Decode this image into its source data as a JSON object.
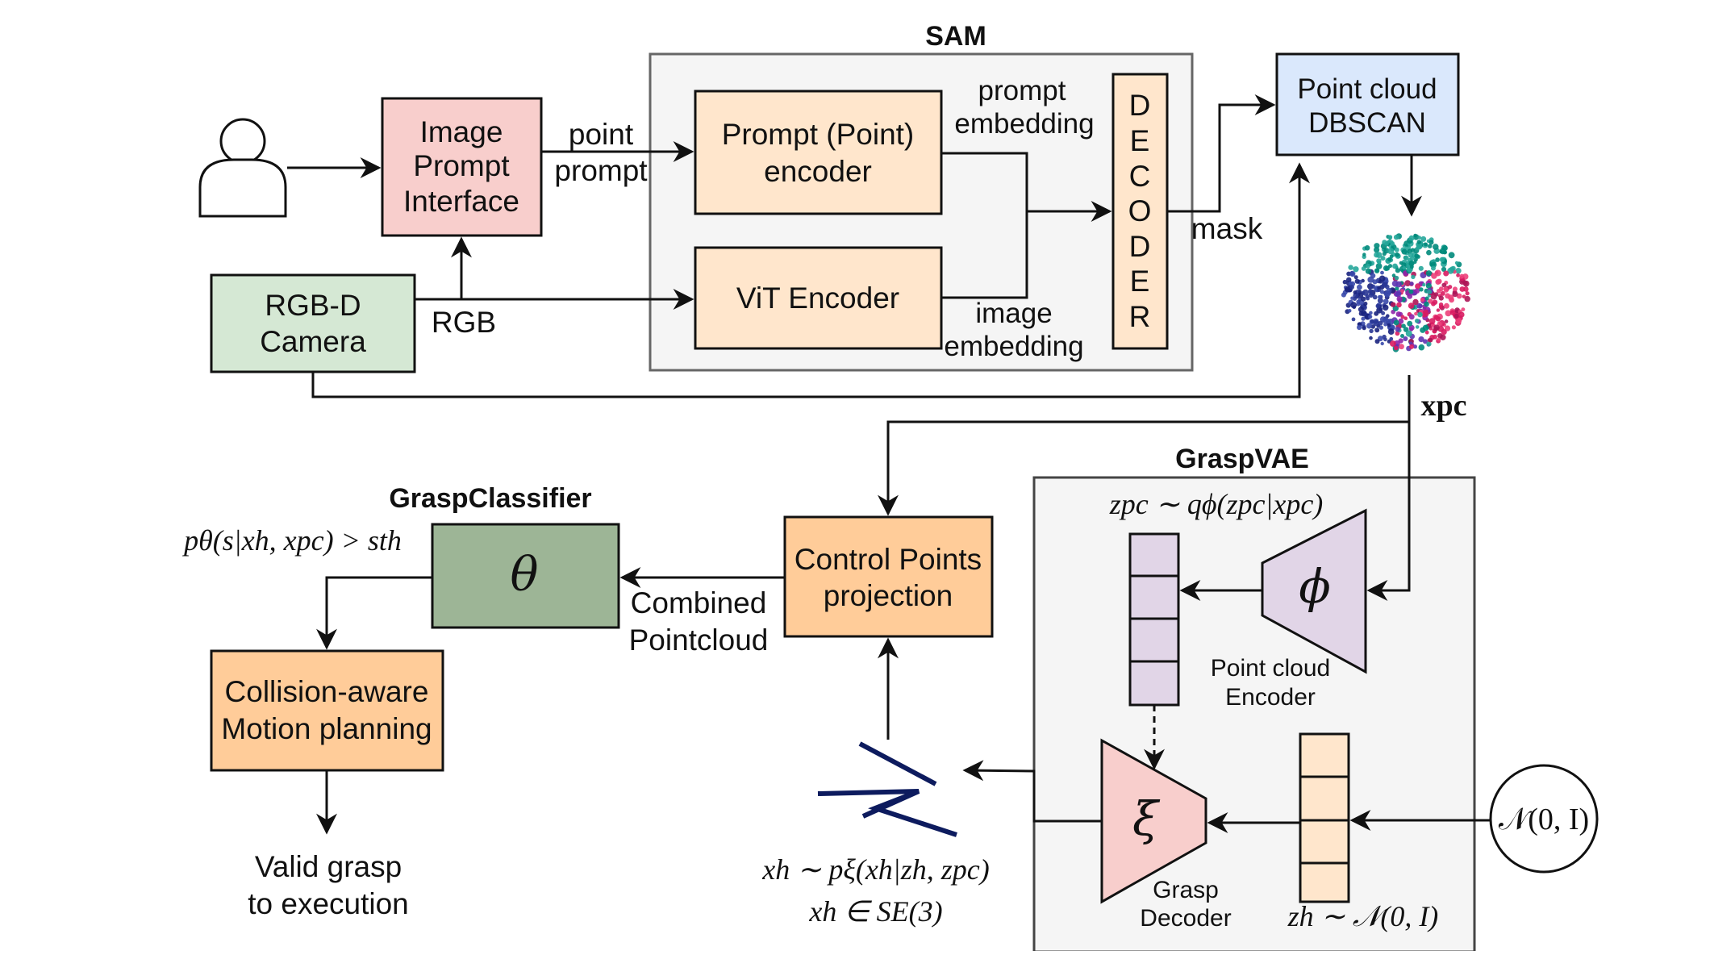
{
  "sam": {
    "title": "SAM"
  },
  "graspvae": {
    "title": "GraspVAE"
  },
  "graspclassifier": {
    "title": "GraspClassifier",
    "symbol": "θ",
    "condition": "pθ(s|xh, xpc) > sth"
  },
  "nodes": {
    "image_prompt": [
      "Image",
      "Prompt",
      "Interface"
    ],
    "rgbd_camera": [
      "RGB-D",
      "Camera"
    ],
    "prompt_encoder": [
      "Prompt (Point)",
      "encoder"
    ],
    "vit_encoder": "ViT Encoder",
    "decoder": [
      "D",
      "E",
      "C",
      "O",
      "D",
      "E",
      "R"
    ],
    "dbscan": [
      "Point cloud",
      "DBSCAN"
    ],
    "control_points": [
      "Control Points",
      "projection"
    ],
    "motion_planning": [
      "Collision-aware",
      "Motion planning"
    ],
    "valid_grasp": [
      "Valid grasp",
      "to execution"
    ],
    "pc_encoder_symbol": "ϕ",
    "pc_encoder_label": [
      "Point cloud",
      "Encoder"
    ],
    "grasp_decoder_symbol": "ξ",
    "grasp_decoder_label": [
      "Grasp",
      "Decoder"
    ],
    "prior": "𝒩(0, I)"
  },
  "edge_labels": {
    "point_prompt": [
      "point",
      "prompt"
    ],
    "rgb": "RGB",
    "prompt_embedding": [
      "prompt",
      "embedding"
    ],
    "image_embedding": [
      "image",
      "embedding"
    ],
    "mask": "mask",
    "combined_pointcloud": [
      "Combined",
      "Pointcloud"
    ]
  },
  "math": {
    "x_pc": "xpc",
    "z_pc": "zpc ∼ qϕ(zpc|xpc)",
    "x_h_dist": "xh ∼ pξ(xh|zh, zpc)",
    "x_h_se3": "xh ∈ SE(3)",
    "z_h": "zh ∼ 𝒩(0, I)"
  },
  "colors": {
    "image_prompt": "#f8cecc",
    "rgbd_camera": "#d5e8d4",
    "sam_blocks": "#ffe6cc",
    "dbscan": "#dae8fc",
    "control_points": "#ffcc99",
    "classifier": "#9db596",
    "pc_encoder": "#e1d5e7",
    "grasp_decoder": "#f8cecc",
    "container": "#f5f5f5",
    "gripper": "#0d1b5e"
  }
}
